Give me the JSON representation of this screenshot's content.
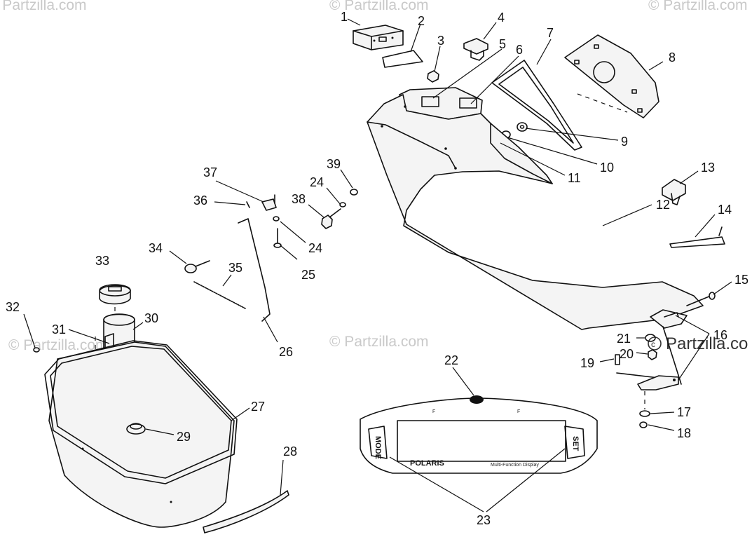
{
  "watermarks": {
    "brand": "© Partzilla.com",
    "inline_brand": "Partzilla.co"
  },
  "display_panel": {
    "brand_label": "POLARIS",
    "subtitle_label": "Multi-Function Display",
    "left_button_label": "MODE",
    "right_button_label": "SET",
    "gauge_left_letter": "F",
    "gauge_right_letter": "F"
  },
  "callouts": [
    "1",
    "2",
    "3",
    "4",
    "5",
    "6",
    "7",
    "8",
    "9",
    "10",
    "11",
    "12",
    "13",
    "14",
    "15",
    "16",
    "17",
    "18",
    "19",
    "20",
    "21",
    "22",
    "23",
    "24",
    "24",
    "25",
    "26",
    "27",
    "28",
    "29",
    "30",
    "31",
    "32",
    "33",
    "34",
    "35",
    "36",
    "37",
    "38",
    "39"
  ]
}
